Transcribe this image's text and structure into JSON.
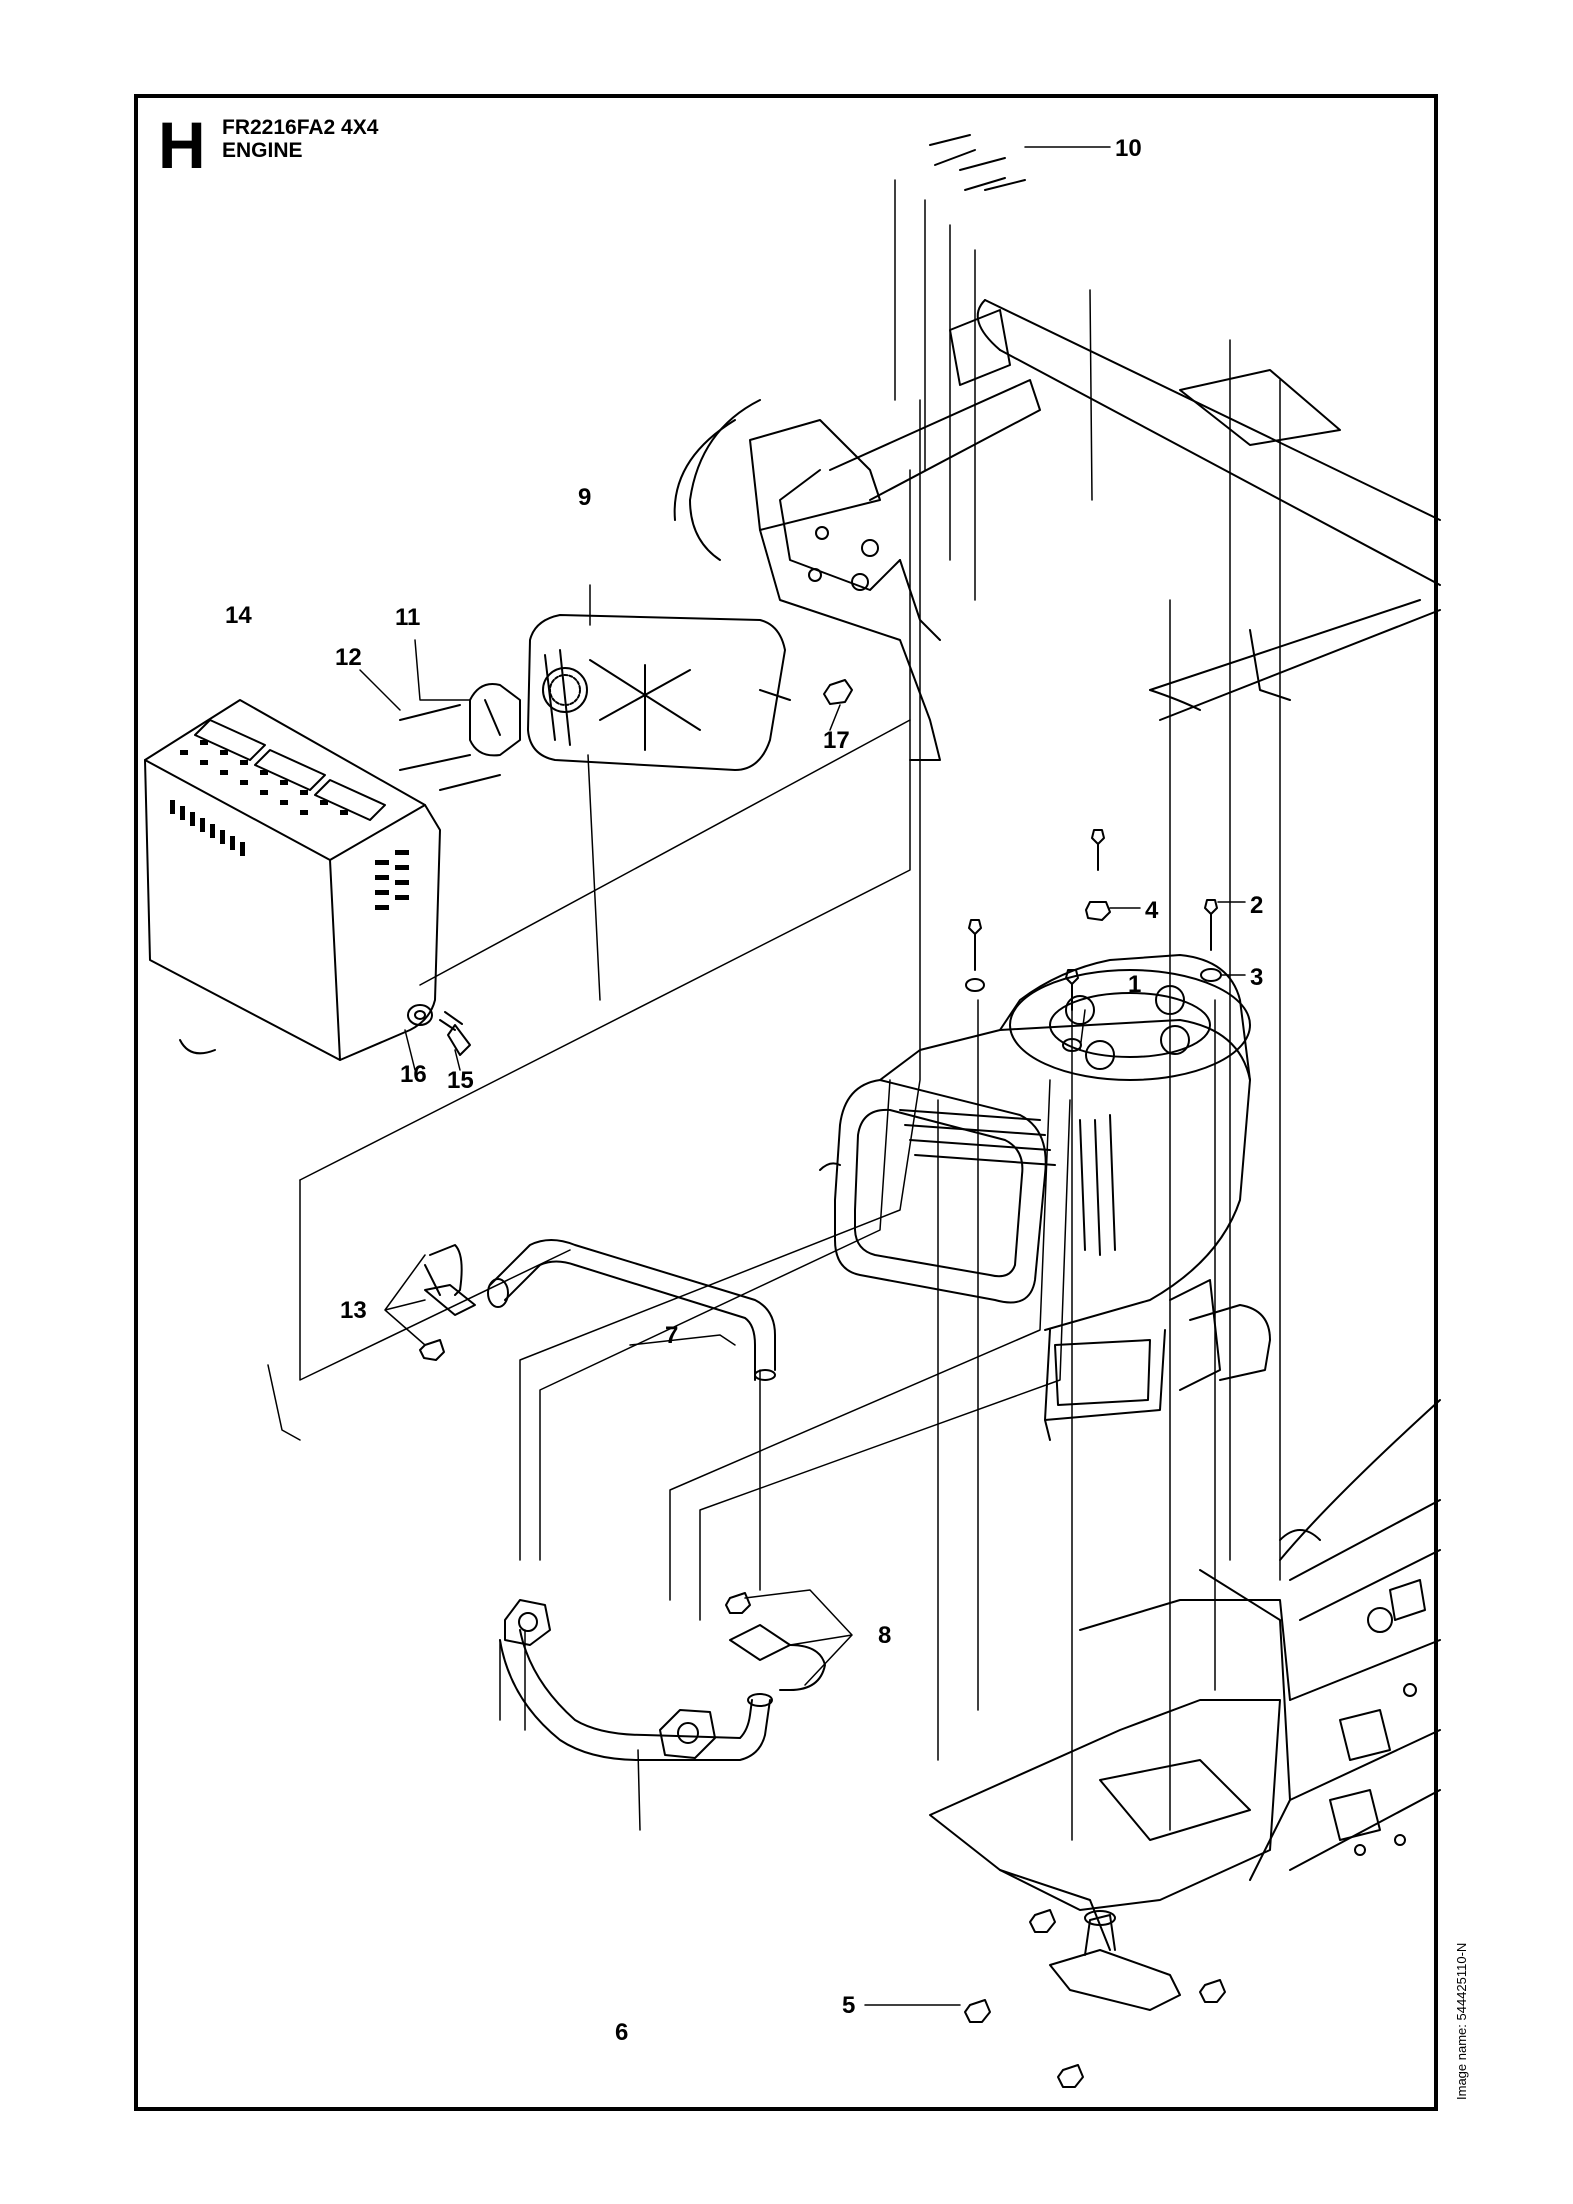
{
  "header": {
    "section_letter": "H",
    "model": "FR2216FA2 4X4",
    "subtitle": "ENGINE"
  },
  "callouts": [
    {
      "id": 1,
      "label": "1"
    },
    {
      "id": 2,
      "label": "2"
    },
    {
      "id": 3,
      "label": "3"
    },
    {
      "id": 4,
      "label": "4"
    },
    {
      "id": 5,
      "label": "5"
    },
    {
      "id": 6,
      "label": "6"
    },
    {
      "id": 7,
      "label": "7"
    },
    {
      "id": 8,
      "label": "8"
    },
    {
      "id": 9,
      "label": "9"
    },
    {
      "id": 10,
      "label": "10"
    },
    {
      "id": 11,
      "label": "11"
    },
    {
      "id": 12,
      "label": "12"
    },
    {
      "id": 13,
      "label": "13"
    },
    {
      "id": 14,
      "label": "14"
    },
    {
      "id": 15,
      "label": "15"
    },
    {
      "id": 16,
      "label": "16"
    },
    {
      "id": 17,
      "label": "17"
    }
  ],
  "image_name": "Image name: 544425110-N",
  "colors": {
    "line": "#000000",
    "background": "#ffffff"
  }
}
